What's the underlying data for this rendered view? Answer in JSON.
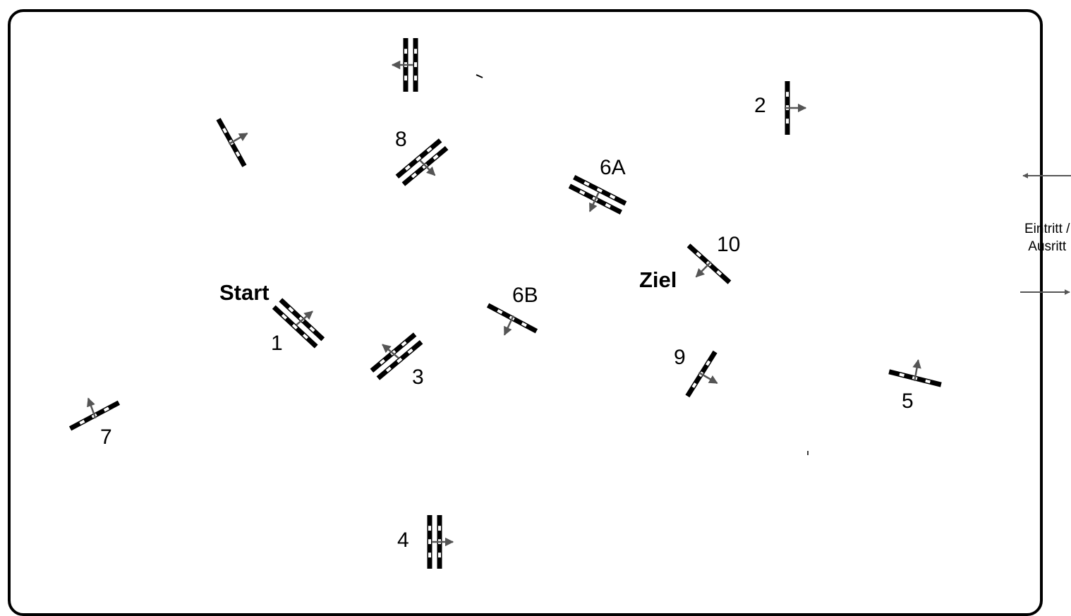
{
  "course": {
    "start_label": "Start",
    "finish_label": "Ziel",
    "entry_exit": {
      "line1": "Eintritt /",
      "line2": "Ausritt"
    },
    "obstacles": [
      {
        "id": "1",
        "label": "1",
        "type": "oxer",
        "arrow": "top-right"
      },
      {
        "id": "2",
        "label": "2",
        "type": "vertical",
        "arrow": "right"
      },
      {
        "id": "3",
        "label": "3",
        "type": "oxer",
        "arrow": "up-left"
      },
      {
        "id": "4",
        "label": "4",
        "type": "oxer",
        "arrow": "right"
      },
      {
        "id": "5",
        "label": "5",
        "type": "vertical",
        "arrow": "up"
      },
      {
        "id": "6A",
        "label": "6A",
        "type": "oxer",
        "arrow": "down-left"
      },
      {
        "id": "6B",
        "label": "6B",
        "type": "vertical",
        "arrow": "down-left"
      },
      {
        "id": "7",
        "label": "7",
        "type": "vertical",
        "arrow": "up-left"
      },
      {
        "id": "8",
        "label": "8",
        "type": "oxer",
        "arrow": "down-right"
      },
      {
        "id": "9",
        "label": "9",
        "type": "vertical",
        "arrow": "down-right"
      },
      {
        "id": "10",
        "label": "10",
        "type": "vertical",
        "arrow": "down-left"
      },
      {
        "id": "unnumbered-a",
        "label": "",
        "type": "vertical",
        "arrow": "up-right"
      },
      {
        "id": "unnumbered-b",
        "label": "",
        "type": "oxer",
        "arrow": "left"
      }
    ]
  },
  "colors": {
    "line": "#000000",
    "arrow": "#555555",
    "background": "#ffffff"
  }
}
